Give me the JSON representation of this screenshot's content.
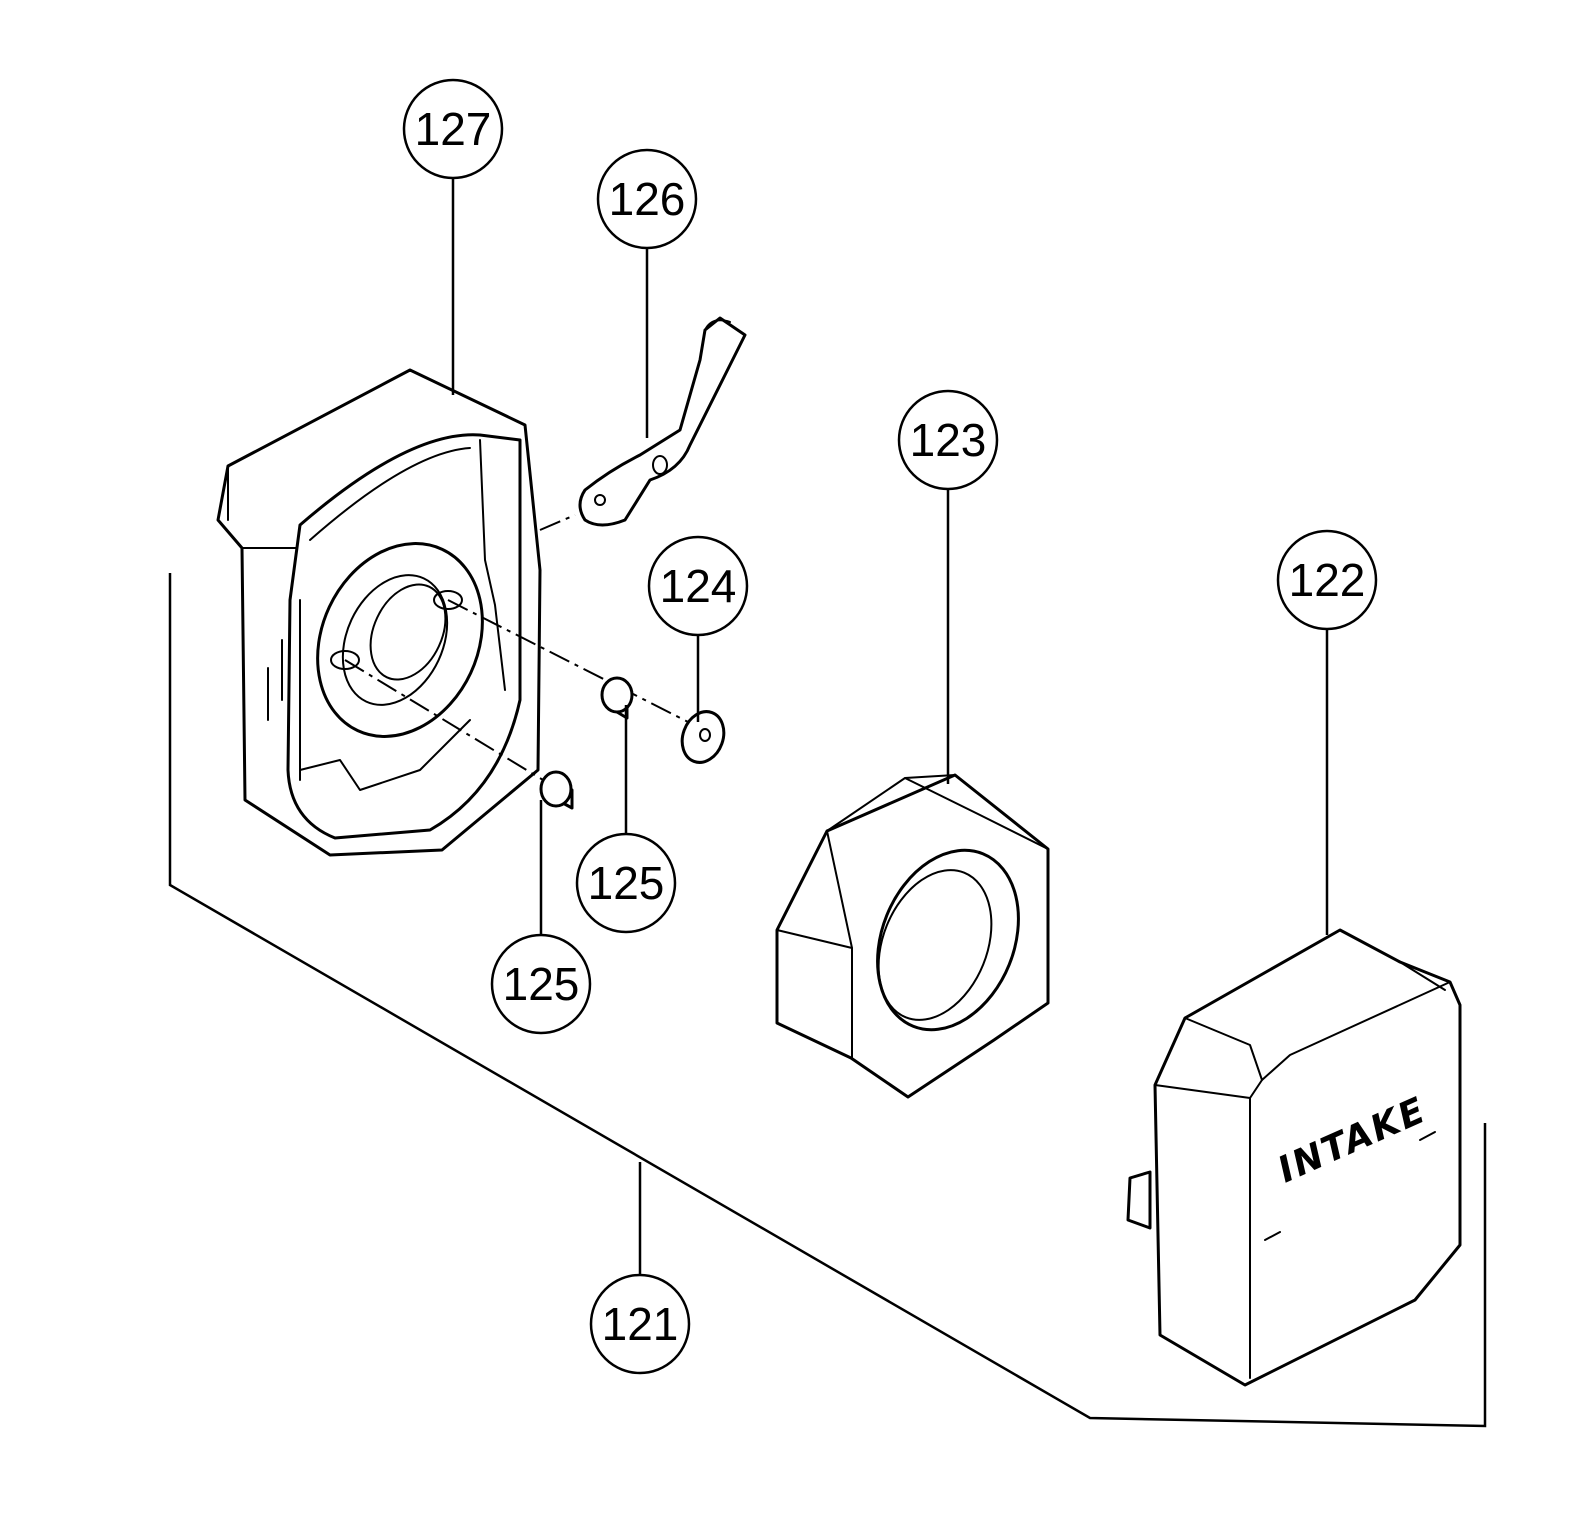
{
  "callouts": {
    "p121": "121",
    "p122": "122",
    "p123": "123",
    "p124": "124",
    "p125a": "125",
    "p125b": "125",
    "p126": "126",
    "p127": "127"
  },
  "labels": {
    "intake": "INTAKE"
  },
  "colors": {
    "ink": "#000000",
    "paper": "#ffffff"
  }
}
